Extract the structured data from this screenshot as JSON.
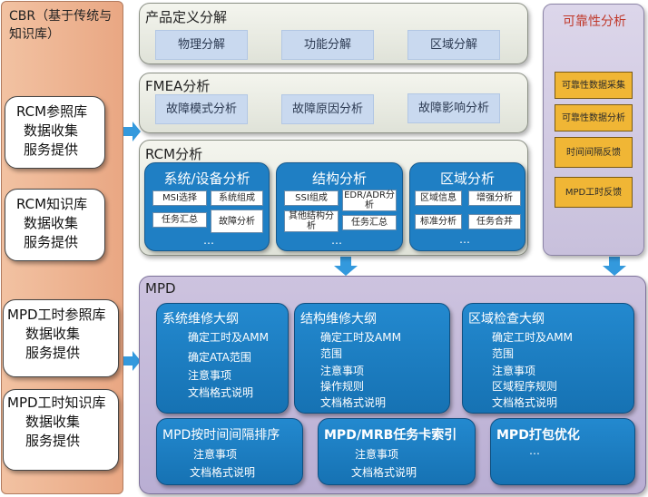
{
  "cbr": {
    "title": "CBR（基于传统与知识库）",
    "items": [
      {
        "lines": [
          "RCM参照库",
          "数据收集",
          "服务提供"
        ]
      },
      {
        "lines": [
          "RCM知识库",
          "数据收集",
          "服务提供"
        ]
      },
      {
        "lines": [
          "MPD工时参照库",
          "数据收集",
          "服务提供"
        ]
      },
      {
        "lines": [
          "MPD工时知识库",
          "数据收集",
          "服务提供"
        ]
      }
    ]
  },
  "product": {
    "title": "产品定义分解",
    "boxes": [
      "物理分解",
      "功能分解",
      "区域分解"
    ]
  },
  "fmea": {
    "title": "FMEA分析",
    "boxes": [
      "故障模式分析",
      "故障原因分析",
      "故障影响分析"
    ]
  },
  "rcm": {
    "title": "RCM分析",
    "groups": [
      {
        "title": "系统/设备分析",
        "cells": [
          "MSI选择",
          "系统组成",
          "任务汇总",
          "故障分析"
        ],
        "more": "…"
      },
      {
        "title": "结构分析",
        "cells": [
          "SSI组成",
          "EDR/ADR分析",
          "其他结构分析",
          "任务汇总"
        ],
        "more": "…"
      },
      {
        "title": "区域分析",
        "cells": [
          "区域信息",
          "增强分析",
          "标准分析",
          "任务合并"
        ],
        "more": "…"
      }
    ]
  },
  "reliability": {
    "title": "可靠性分析",
    "boxes": [
      "可靠性数据采集",
      "可靠性数据分析",
      "时间间隔反馈",
      "MPD工时反馈"
    ]
  },
  "mpd": {
    "title": "MPD",
    "boxes": [
      {
        "title": "系统维修大纲",
        "lines": [
          "确定工时及AMM",
          "确定ATA范围",
          "注意事项",
          "文档格式说明"
        ]
      },
      {
        "title": "结构维修大纲",
        "lines": [
          "确定工时及AMM",
          "范围",
          "注意事项",
          "操作规则",
          "文档格式说明"
        ]
      },
      {
        "title": "区域检查大纲",
        "lines": [
          "确定工时及AMM",
          "范围",
          "注意事项",
          "区域程序规则",
          "文档格式说明"
        ]
      },
      {
        "title": "MPD按时间间隔排序",
        "lines": [
          "注意事项",
          "文档格式说明"
        ]
      },
      {
        "title": "MPD/MRB任务卡索引",
        "lines": [
          "注意事项",
          "文档格式说明"
        ]
      },
      {
        "title": "MPD打包优化",
        "lines": [
          "…"
        ]
      }
    ]
  },
  "colors": {
    "arrow": "#3399dd",
    "rcm_group": "#1f7fc4",
    "reliability_box": "#f0b635",
    "reliability_title": "#c0392b"
  }
}
